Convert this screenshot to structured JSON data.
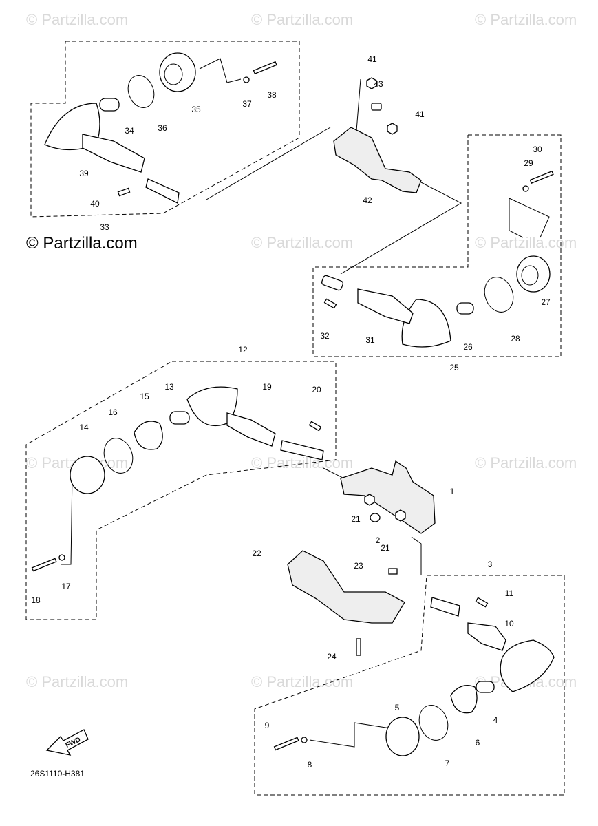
{
  "watermark": "© Partzilla.com",
  "brand_label": "© Partzilla.com",
  "diagram_code": "26S1110-H381",
  "fwd_label": "FWD",
  "callouts": [
    "1",
    "2",
    "3",
    "4",
    "5",
    "6",
    "7",
    "8",
    "9",
    "10",
    "11",
    "12",
    "13",
    "14",
    "15",
    "16",
    "17",
    "18",
    "19",
    "20",
    "21",
    "22",
    "23",
    "24",
    "25",
    "26",
    "27",
    "28",
    "29",
    "30",
    "31",
    "32",
    "33",
    "34",
    "35",
    "36",
    "37",
    "38",
    "39",
    "40",
    "41",
    "42",
    "43"
  ]
}
